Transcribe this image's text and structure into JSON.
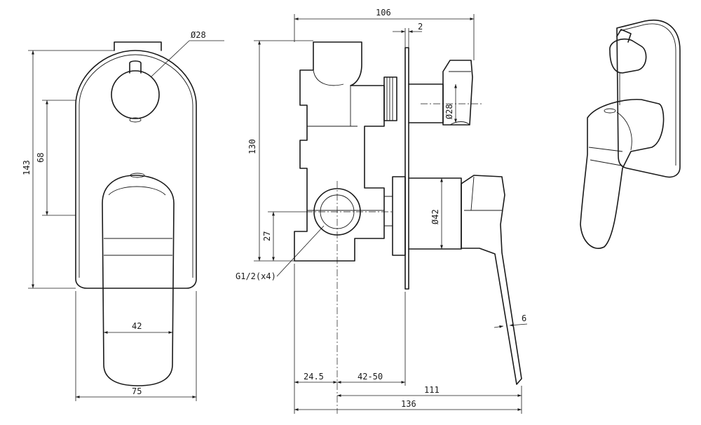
{
  "dimensions": {
    "front_view": {
      "knob_diameter": "Ø28",
      "overall_height": "143",
      "inner_height": "68",
      "handle_width": "42",
      "plate_width": "75"
    },
    "side_view": {
      "overall_depth": "106",
      "plate_thickness": "2",
      "knob_diameter": "Ø28",
      "body_height": "130",
      "outlet_height": "27",
      "lever_diameter": "Ø42",
      "thread": "G1/2(x4)",
      "lever_thickness": "6",
      "offset": "24.5",
      "wall_range": "42-50",
      "projection": "111",
      "total_depth": "136"
    }
  }
}
